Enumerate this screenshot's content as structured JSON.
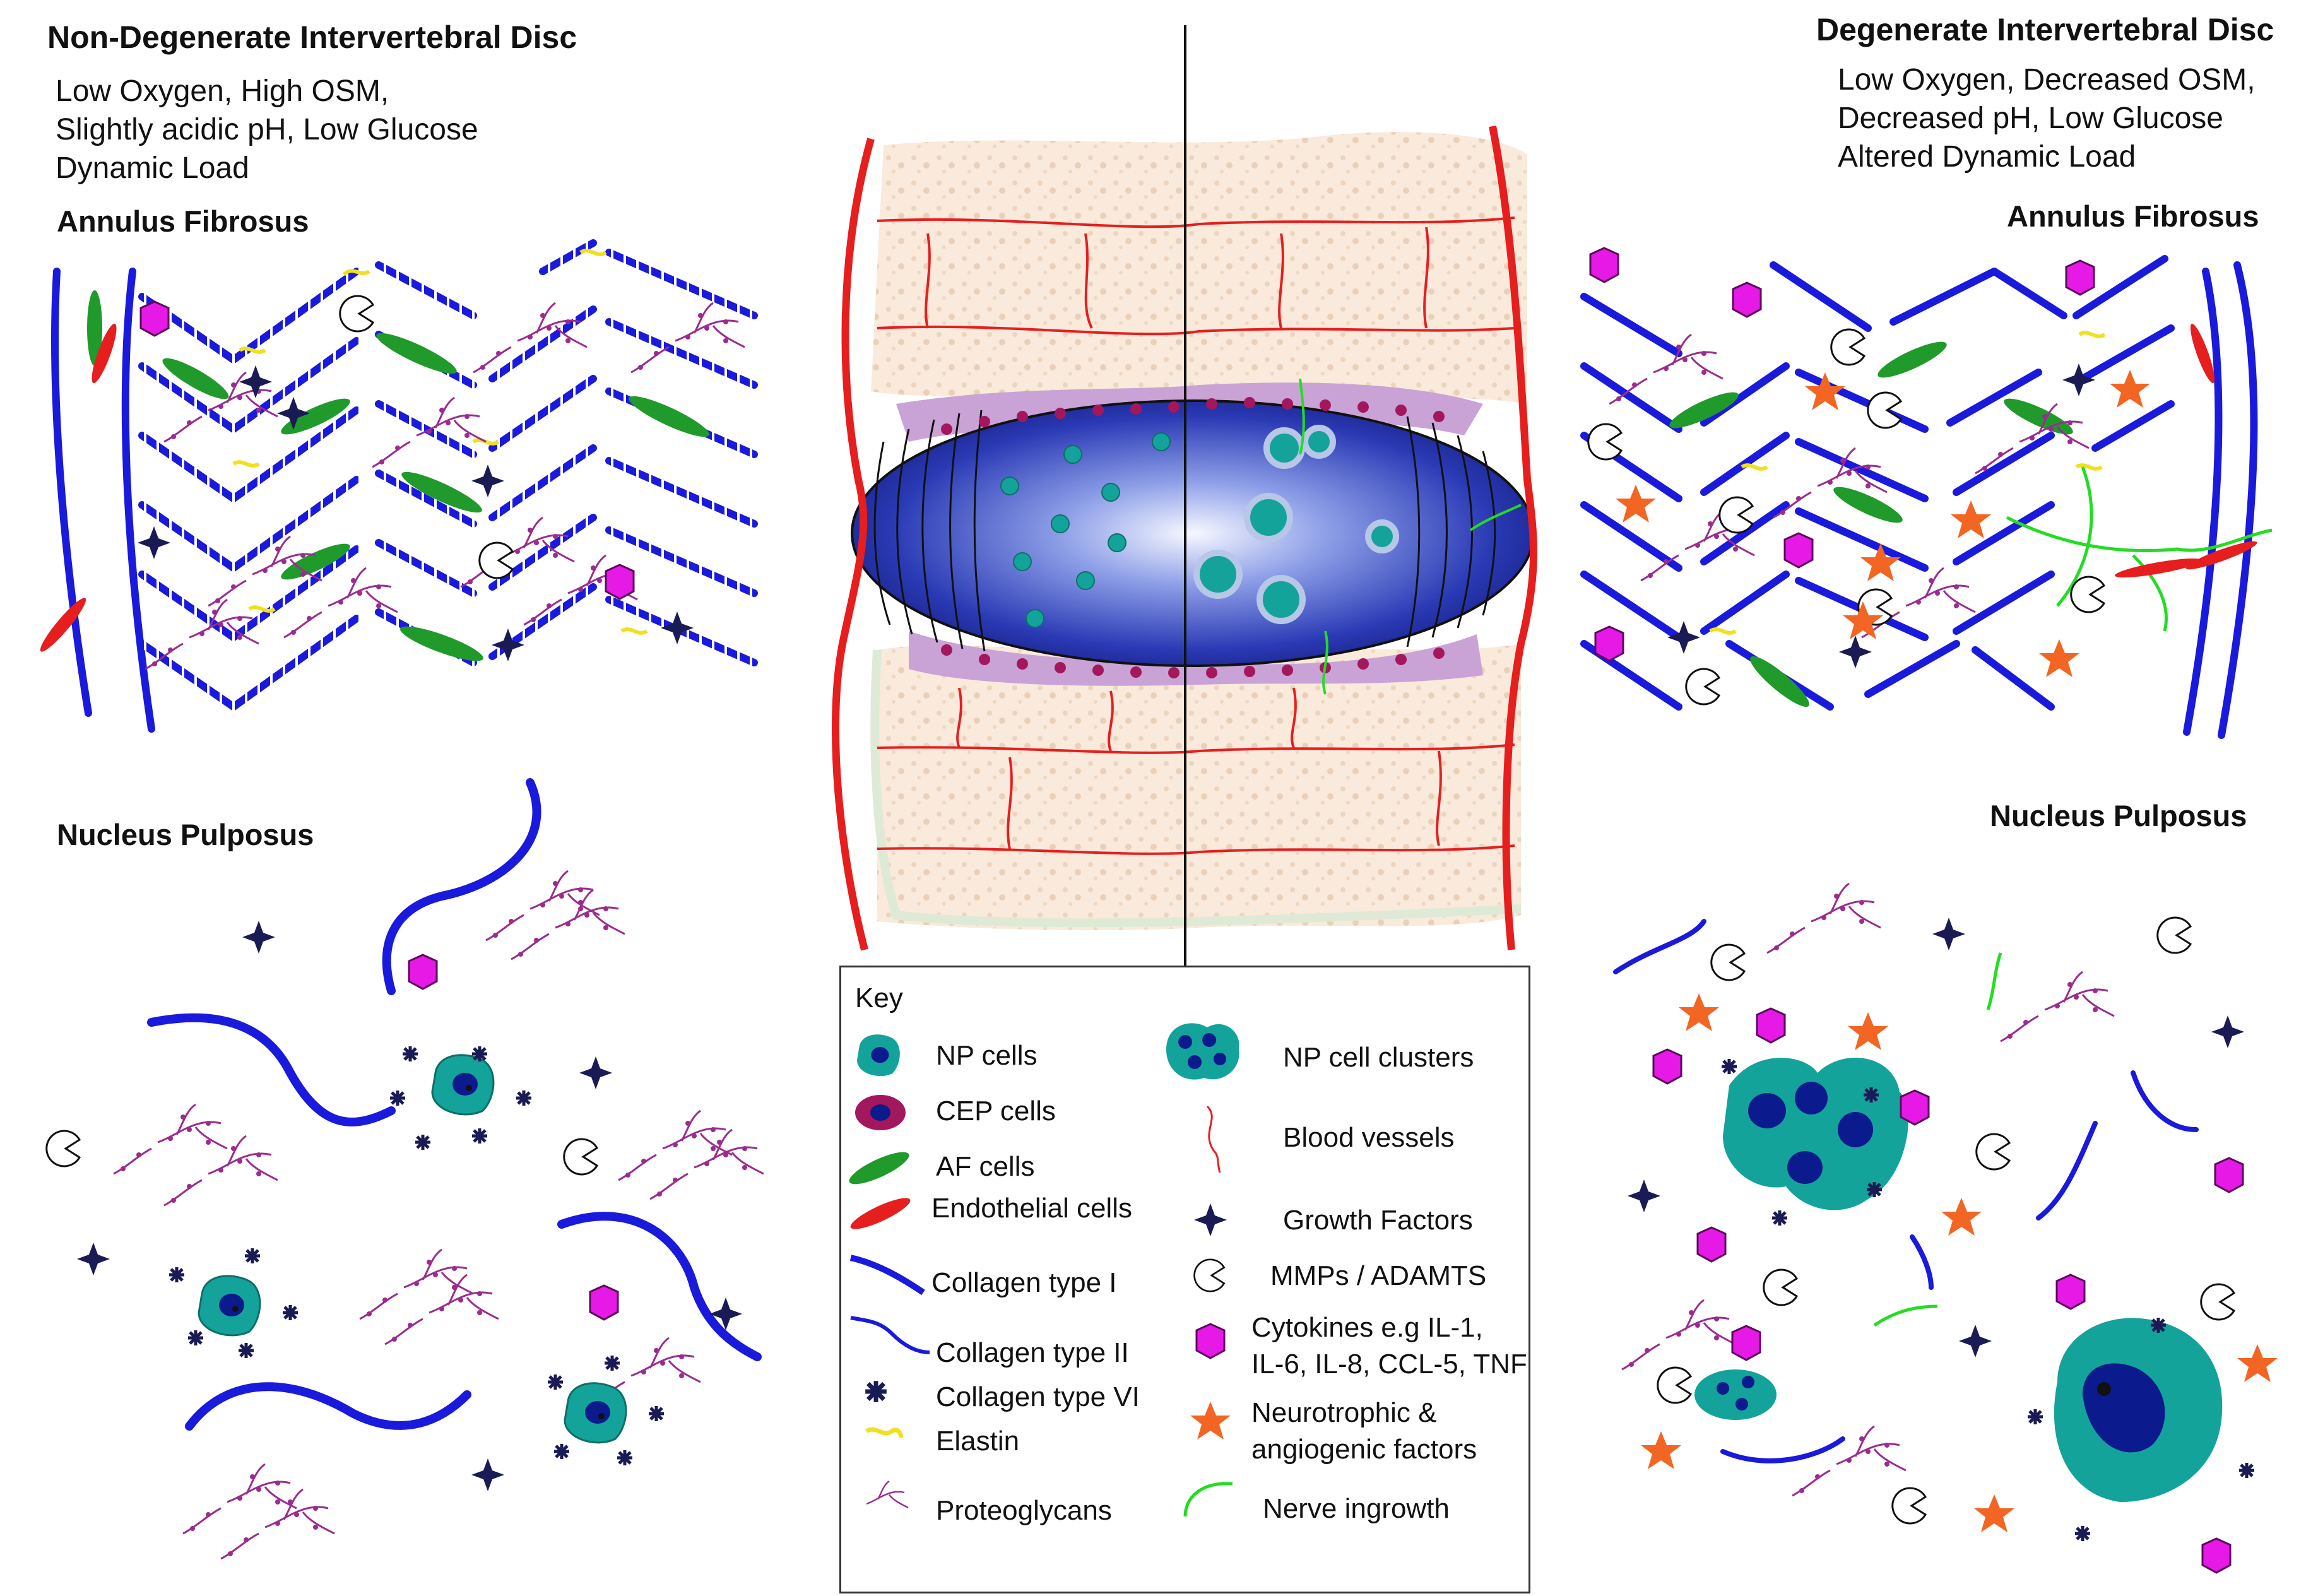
{
  "left": {
    "title": "Non-Degenerate Intervertebral Disc",
    "conditions": [
      "Low Oxygen, High OSM,",
      "Slightly acidic pH, Low Glucose",
      "Dynamic Load"
    ],
    "af_label": "Annulus Fibrosus",
    "np_label": "Nucleus Pulposus"
  },
  "right": {
    "title": "Degenerate Intervertebral Disc",
    "conditions": [
      "Low Oxygen, Decreased OSM,",
      "Decreased pH, Low Glucose",
      "Altered Dynamic Load"
    ],
    "af_label": "Annulus Fibrosus",
    "np_label": "Nucleus Pulposus"
  },
  "key": {
    "title": "Key",
    "items": [
      {
        "icon": "np-cell-icon",
        "label": "NP cells"
      },
      {
        "icon": "cep-cell-icon",
        "label": "CEP cells"
      },
      {
        "icon": "af-cell-icon",
        "label": "AF cells"
      },
      {
        "icon": "endothelial-cell-icon",
        "label": "Endothelial cells"
      },
      {
        "icon": "collagen-type-1-icon",
        "label": "Collagen type I"
      },
      {
        "icon": "collagen-type-2-icon",
        "label": "Collagen type II"
      },
      {
        "icon": "collagen-type-6-icon",
        "label": "Collagen type VI"
      },
      {
        "icon": "elastin-icon",
        "label": "Elastin"
      },
      {
        "icon": "proteoglycan-icon",
        "label": "Proteoglycans"
      },
      {
        "icon": "np-cell-cluster-icon",
        "label": "NP cell clusters"
      },
      {
        "icon": "blood-vessel-icon",
        "label": "Blood vessels"
      },
      {
        "icon": "growth-factor-icon",
        "label": "Growth Factors"
      },
      {
        "icon": "mmp-icon",
        "label": "MMPs / ADAMTS"
      },
      {
        "icon": "cytokine-icon",
        "label": "Cytokines e.g IL-1,"
      },
      {
        "icon": "cytokine-icon-line2",
        "label": "IL-6, IL-8, CCL-5, TNF"
      },
      {
        "icon": "neurotrophic-factor-icon",
        "label": "Neurotrophic &"
      },
      {
        "icon": "neurotrophic-factor-icon-line2",
        "label": "angiogenic factors"
      },
      {
        "icon": "nerve-ingrowth-icon",
        "label": "Nerve ingrowth"
      }
    ]
  },
  "colors": {
    "collagen": "#1a1adc",
    "proteoglycan": "#9b2c8f",
    "np_cell": "#14a39a",
    "np_nucleus": "#0b1a8c",
    "cep_cell": "#a3175d",
    "af_cell": "#1f9a2b",
    "blood_vessel": "#e61e1e",
    "growth_factor": "#1a1a55",
    "cytokine": "#e619e6",
    "neurotrophic": "#f26522",
    "nerve": "#22dd22",
    "elastin": "#f0e020",
    "bone": "#f7e6d6",
    "disc_blue": "#2233aa"
  }
}
